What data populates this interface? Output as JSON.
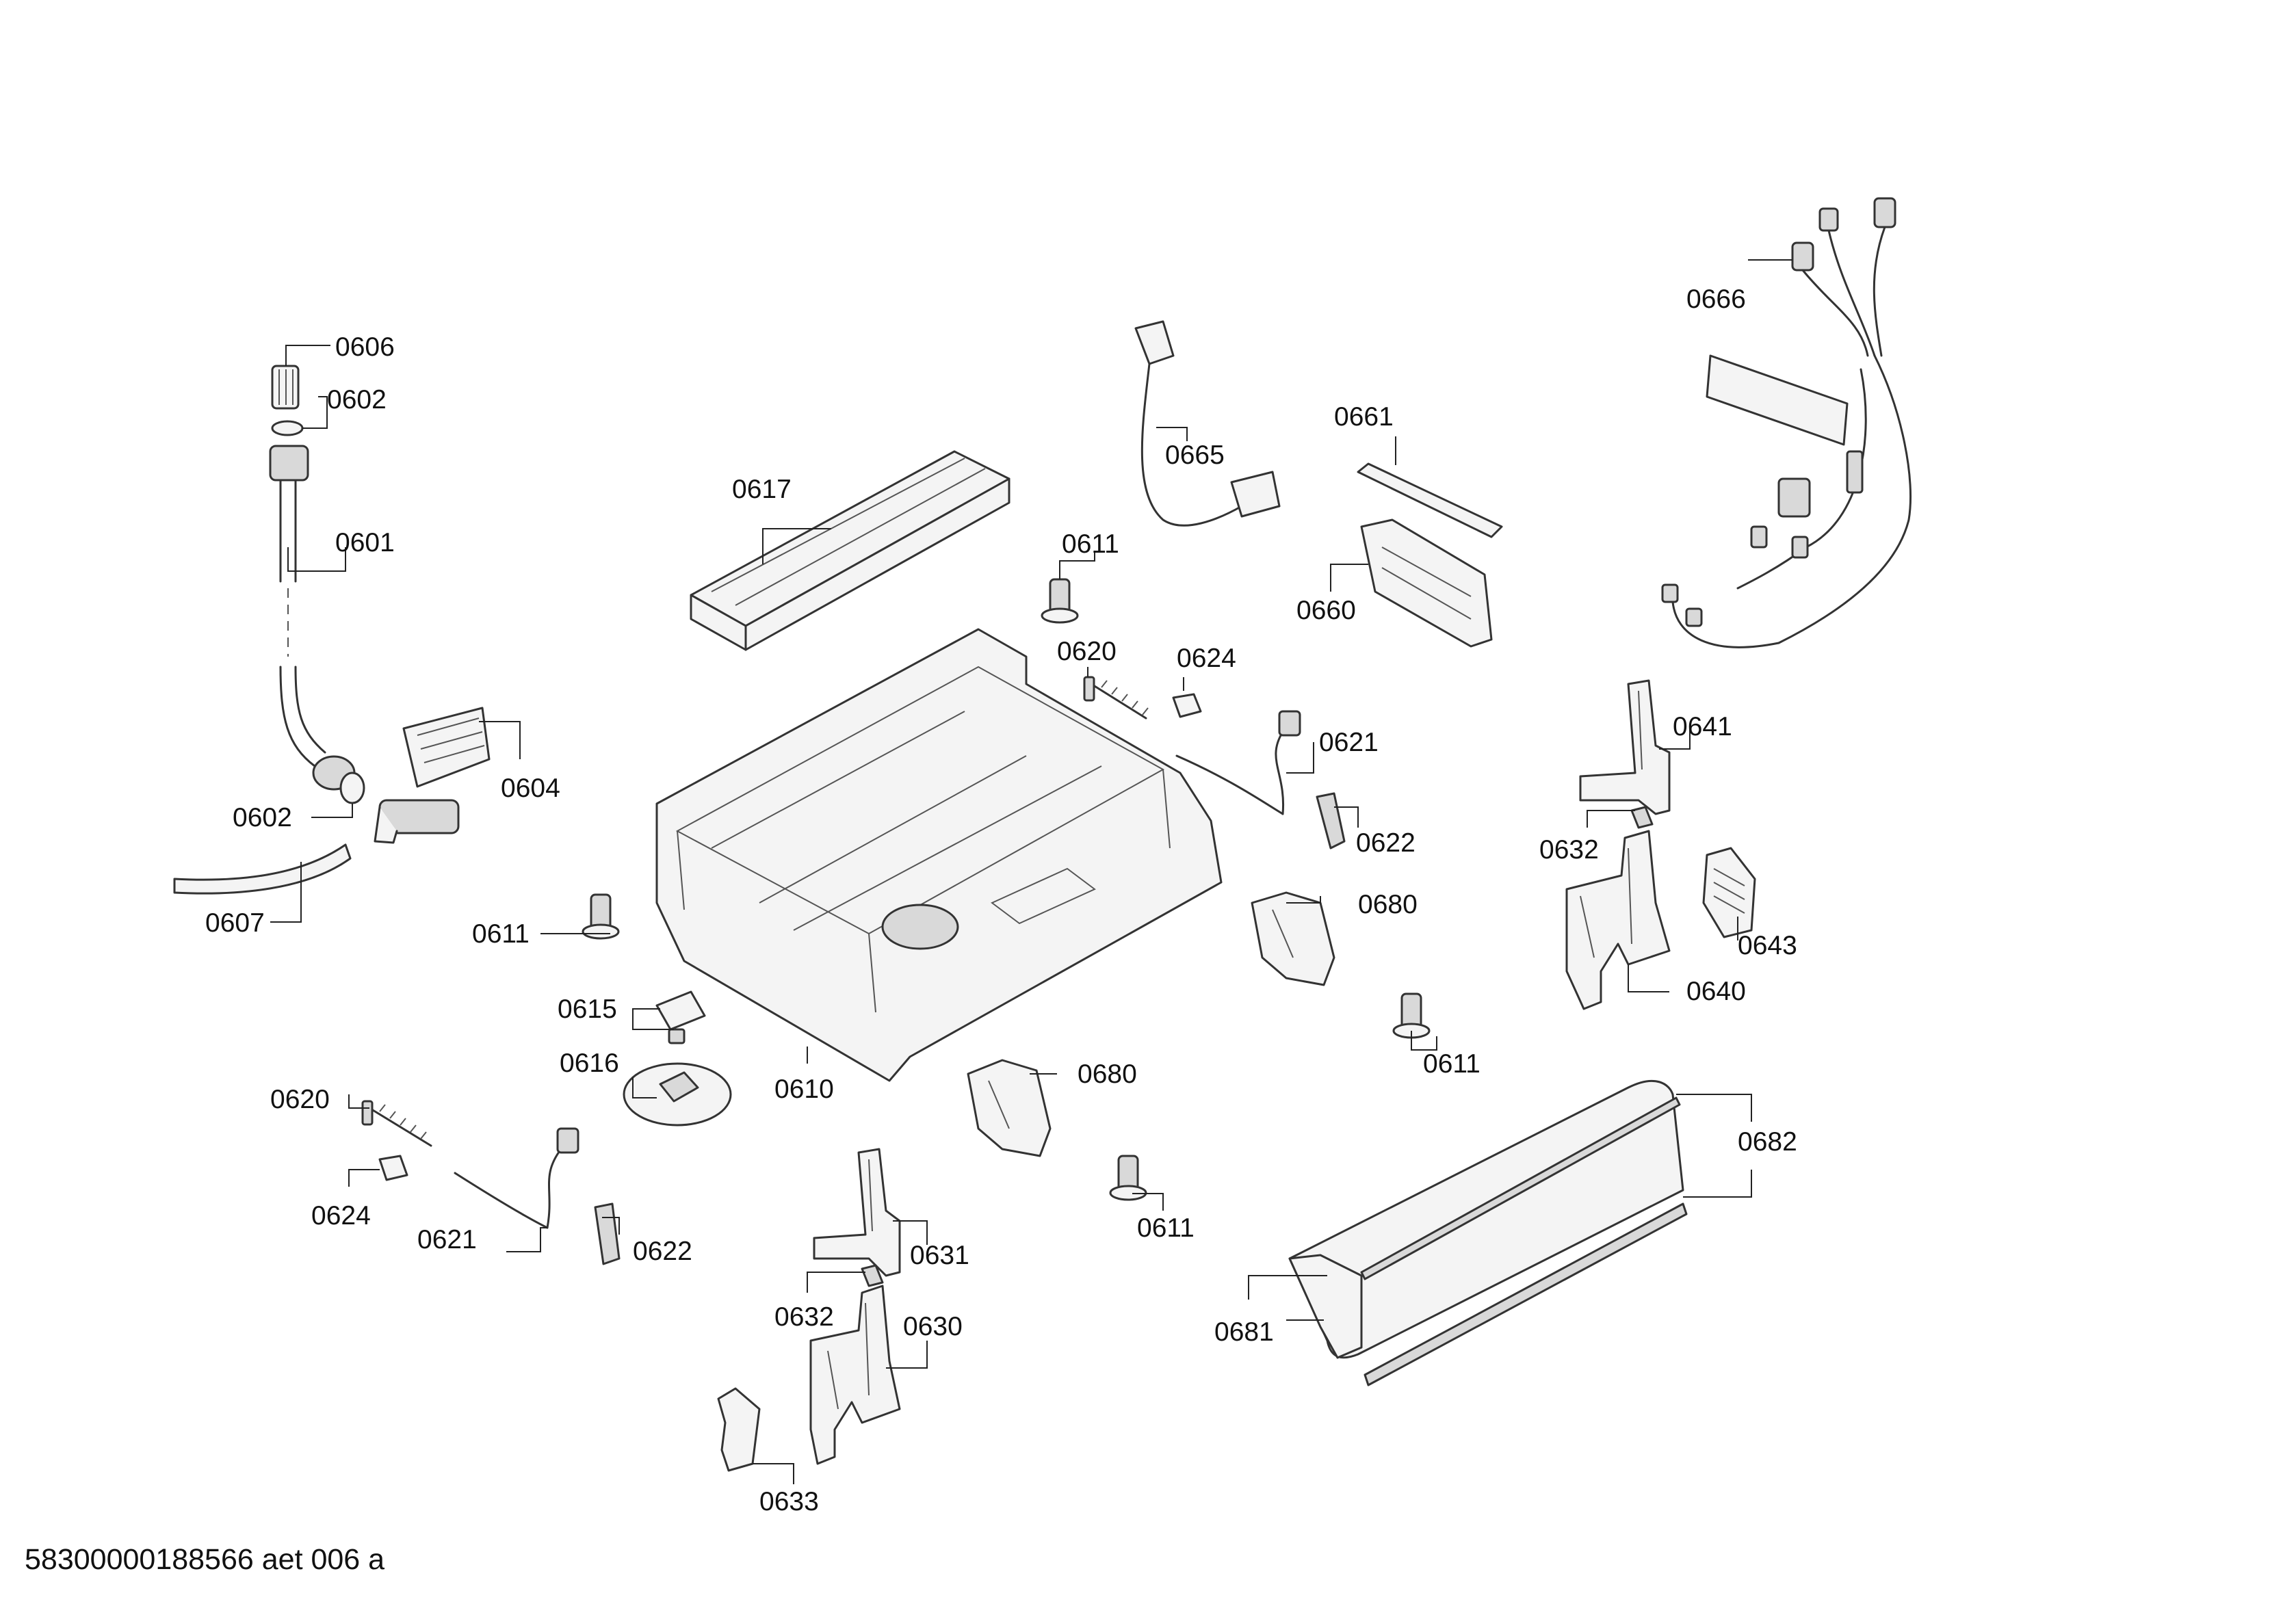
{
  "document_code": "58300000188566 aet 006 a",
  "labels": [
    {
      "id": "lbl-0606",
      "text": "0606"
    },
    {
      "id": "lbl-0602-top",
      "text": "0602"
    },
    {
      "id": "lbl-0601",
      "text": "0601"
    },
    {
      "id": "lbl-0604",
      "text": "0604"
    },
    {
      "id": "lbl-0602-bottom",
      "text": "0602"
    },
    {
      "id": "lbl-0607",
      "text": "0607"
    },
    {
      "id": "lbl-0617",
      "text": "0617"
    },
    {
      "id": "lbl-0611-a",
      "text": "0611"
    },
    {
      "id": "lbl-0665",
      "text": "0665"
    },
    {
      "id": "lbl-0661",
      "text": "0661"
    },
    {
      "id": "lbl-0660",
      "text": "0660"
    },
    {
      "id": "lbl-0666",
      "text": "0666"
    },
    {
      "id": "lbl-0620-a",
      "text": "0620"
    },
    {
      "id": "lbl-0624-a",
      "text": "0624"
    },
    {
      "id": "lbl-0621-a",
      "text": "0621"
    },
    {
      "id": "lbl-0622-a",
      "text": "0622"
    },
    {
      "id": "lbl-0641",
      "text": "0641"
    },
    {
      "id": "lbl-0632-a",
      "text": "0632"
    },
    {
      "id": "lbl-0643",
      "text": "0643"
    },
    {
      "id": "lbl-0640",
      "text": "0640"
    },
    {
      "id": "lbl-0680-a",
      "text": "0680"
    },
    {
      "id": "lbl-0611-b",
      "text": "0611"
    },
    {
      "id": "lbl-0611-c",
      "text": "0611"
    },
    {
      "id": "lbl-0615",
      "text": "0615"
    },
    {
      "id": "lbl-0616",
      "text": "0616"
    },
    {
      "id": "lbl-0610",
      "text": "0610"
    },
    {
      "id": "lbl-0680-b",
      "text": "0680"
    },
    {
      "id": "lbl-0620-b",
      "text": "0620"
    },
    {
      "id": "lbl-0624-b",
      "text": "0624"
    },
    {
      "id": "lbl-0621-b",
      "text": "0621"
    },
    {
      "id": "lbl-0622-b",
      "text": "0622"
    },
    {
      "id": "lbl-0631",
      "text": "0631"
    },
    {
      "id": "lbl-0632-b",
      "text": "0632"
    },
    {
      "id": "lbl-0630",
      "text": "0630"
    },
    {
      "id": "lbl-0633",
      "text": "0633"
    },
    {
      "id": "lbl-0611-d",
      "text": "0611"
    },
    {
      "id": "lbl-0682",
      "text": "0682"
    },
    {
      "id": "lbl-0681",
      "text": "0681"
    }
  ]
}
